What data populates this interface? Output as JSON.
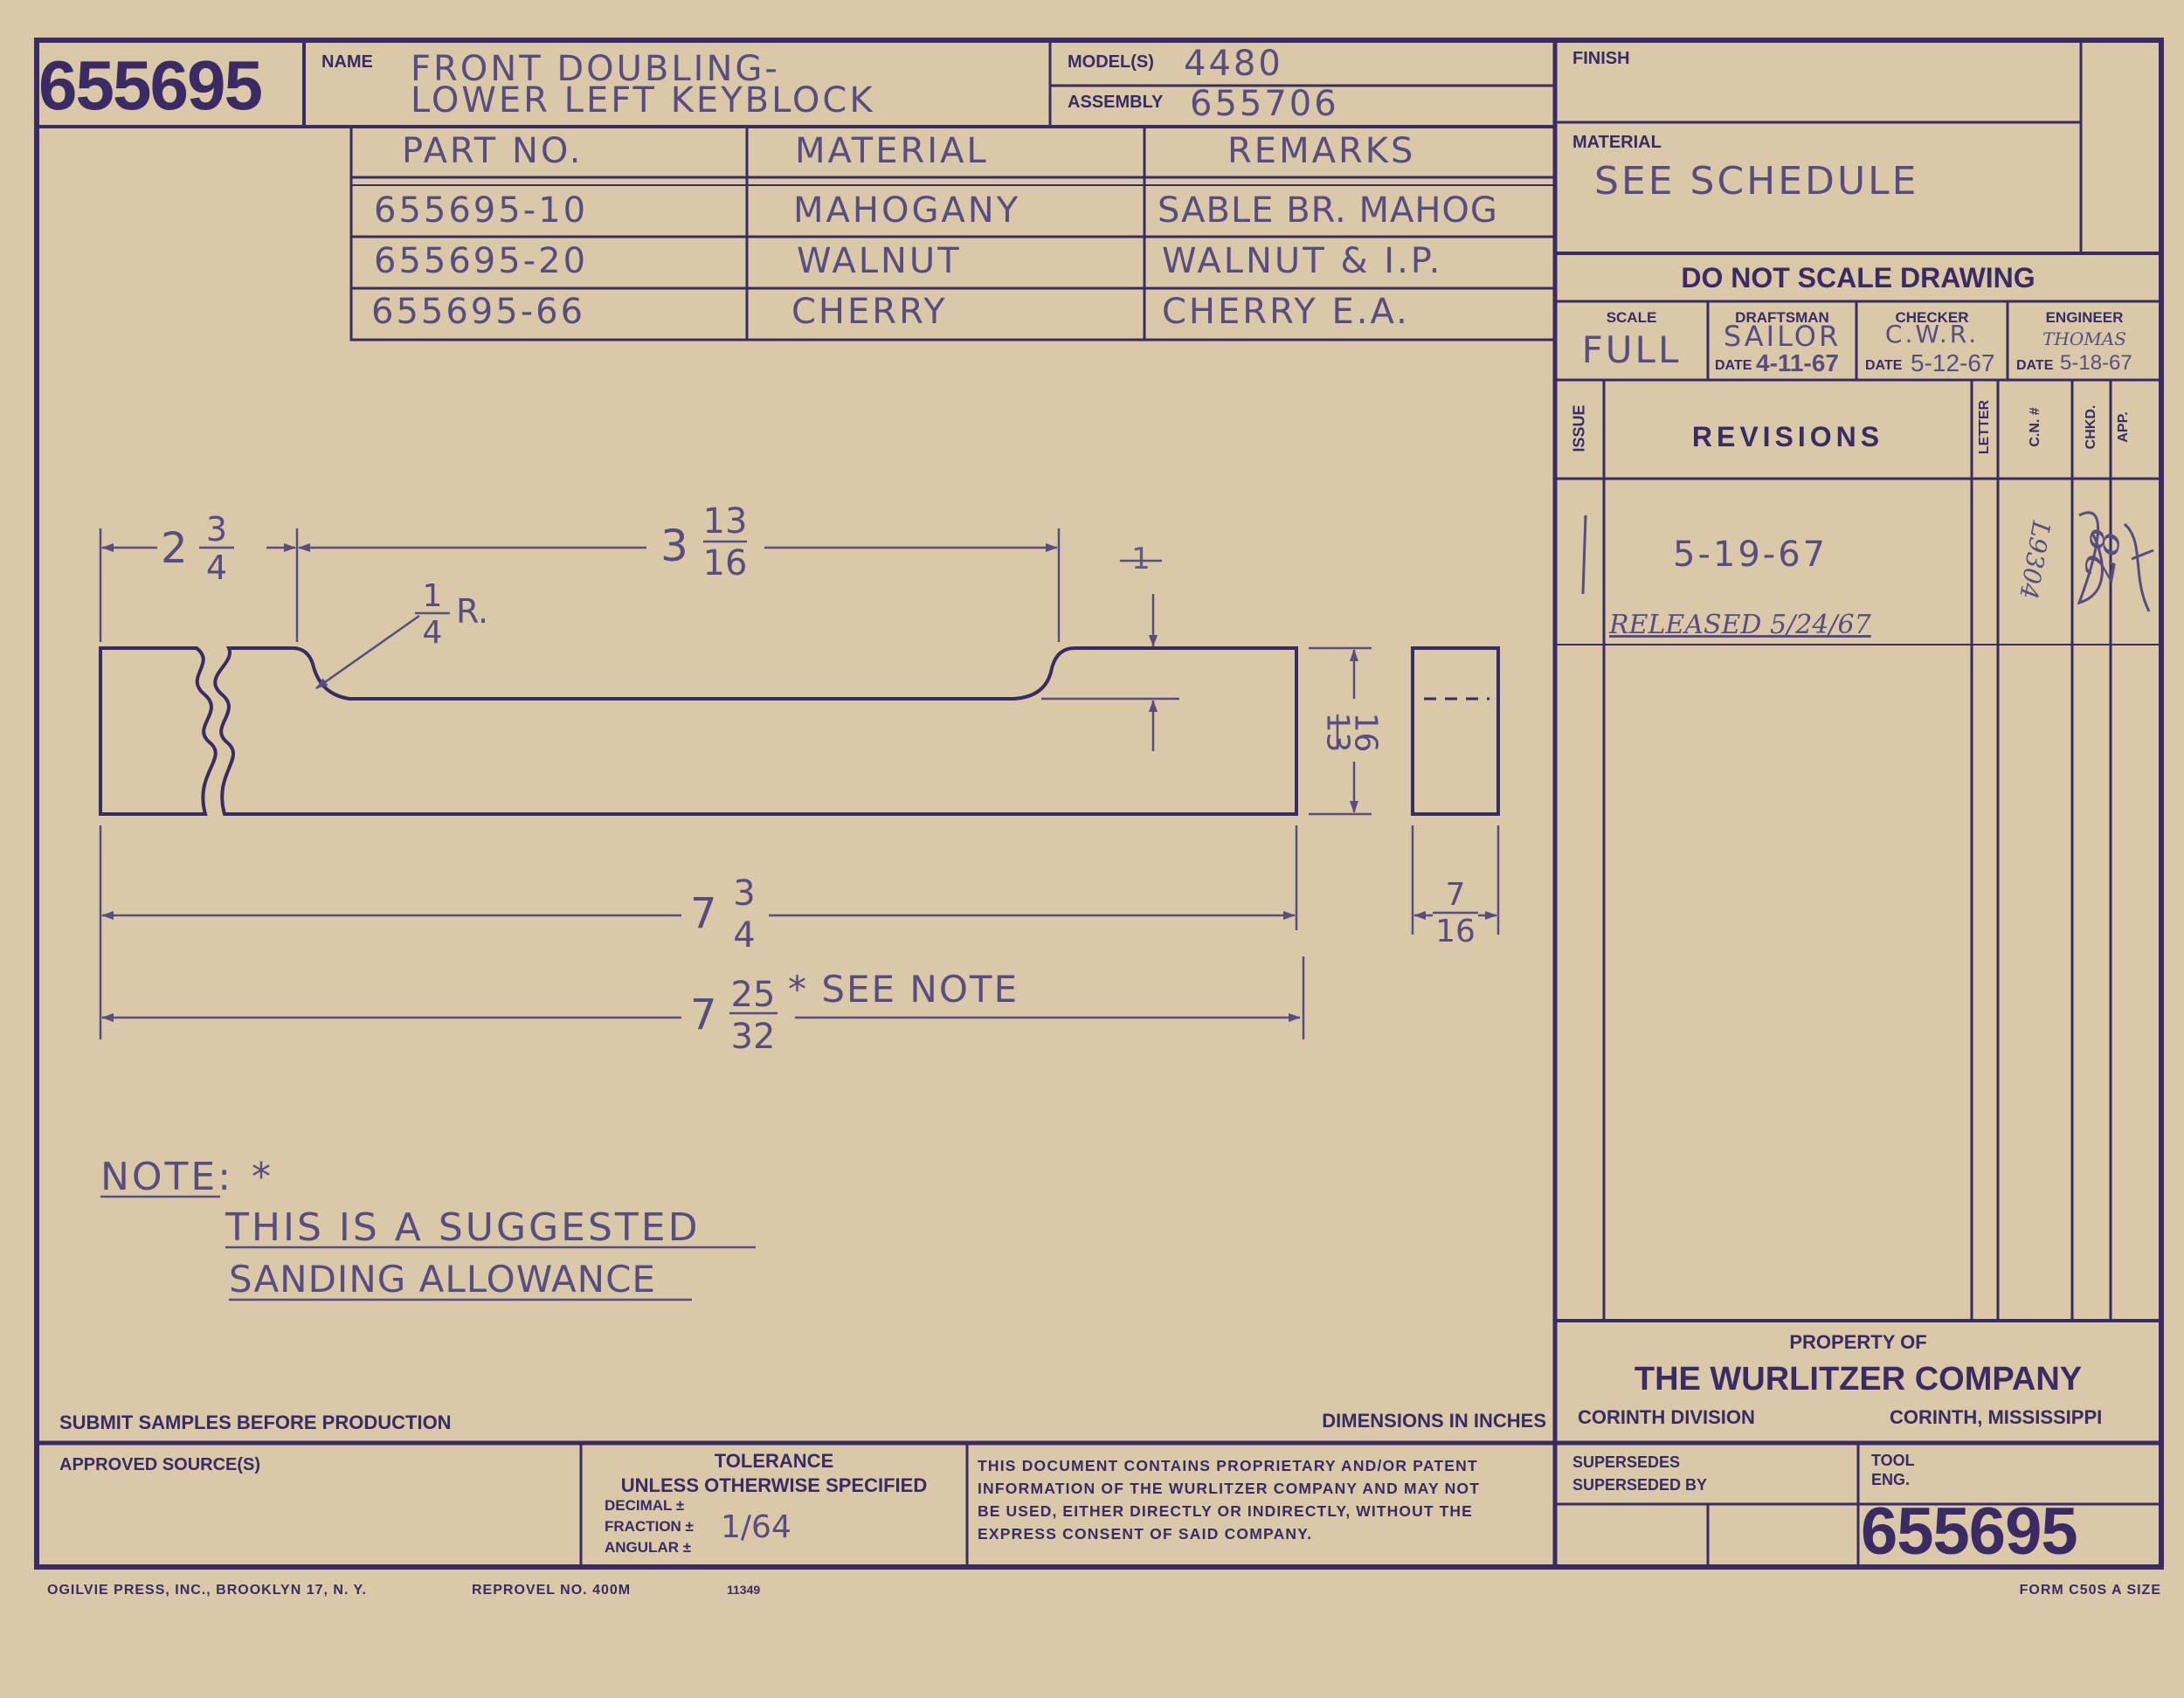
{
  "drawing_number": "655695",
  "title_block": {
    "name_label": "NAME",
    "name_line1": "FRONT DOUBLING-",
    "name_line2": "LOWER LEFT KEYBLOCK",
    "models_label": "MODEL(S)",
    "models_value": "4480",
    "assembly_label": "ASSEMBLY",
    "assembly_value": "655706",
    "finish_label": "FINISH",
    "material_label": "MATERIAL",
    "material_value": "SEE SCHEDULE",
    "do_not_scale": "DO NOT SCALE DRAWING",
    "scale_label": "SCALE",
    "scale_value": "FULL",
    "draftsman_label": "DRAFTSMAN",
    "draftsman_value": "SAILOR",
    "draftsman_date_label": "DATE",
    "draftsman_date": "4-11-67",
    "checker_label": "CHECKER",
    "checker_value": "C.W.R.",
    "checker_date_label": "DATE",
    "checker_date": "5-12-67",
    "engineer_label": "ENGINEER",
    "engineer_value": "THOMAS",
    "engineer_date_label": "DATE",
    "engineer_date": "5-18-67"
  },
  "schedule": {
    "headers": [
      "PART NO.",
      "MATERIAL",
      "REMARKS"
    ],
    "rows": [
      [
        "655695-10",
        "MAHOGANY",
        "SABLE BR. MAHOG"
      ],
      [
        "655695-20",
        "WALNUT",
        "WALNUT & I.P."
      ],
      [
        "655695-66",
        "CHERRY",
        "CHERRY E.A."
      ]
    ]
  },
  "revisions": {
    "issue_label": "ISSUE",
    "title": "REVISIONS",
    "letter_label": "LETTER",
    "cn_label": "C.N. #",
    "chkd_label": "CHKD.",
    "app_label": "APP.",
    "entry_issue": "1",
    "entry_date": "5-19-67",
    "entry_note": "RELEASED 5/24/67",
    "entry_cn": "L9304",
    "entry_cn2": "28"
  },
  "dimensions": {
    "left_whole": "2",
    "left_num": "3",
    "left_den": "4",
    "top_whole": "3",
    "top_num": "13",
    "top_den": "16",
    "depth_num": "1",
    "depth_den": "4",
    "radius_num": "1",
    "radius_den": "4",
    "radius_suffix": "R.",
    "height_num": "13",
    "height_den": "16",
    "width_num": "7",
    "width_den": "16",
    "len1_whole": "7",
    "len1_num": "3",
    "len1_den": "4",
    "len2_whole": "7",
    "len2_num": "25",
    "len2_den": "32",
    "len2_note": "* SEE NOTE"
  },
  "note": {
    "label": "NOTE:",
    "star": "*",
    "line1": "THIS IS A SUGGESTED",
    "line2": "SANDING ALLOWANCE"
  },
  "footer": {
    "submit_samples": "SUBMIT SAMPLES BEFORE PRODUCTION",
    "dimensions_in": "DIMENSIONS IN INCHES",
    "property_of": "PROPERTY OF",
    "company": "THE WURLITZER COMPANY",
    "division": "CORINTH DIVISION",
    "location": "CORINTH, MISSISSIPPI",
    "approved_sources": "APPROVED SOURCE(S)",
    "tolerance": "TOLERANCE",
    "unless": "UNLESS OTHERWISE SPECIFIED",
    "decimal": "DECIMAL ±",
    "fraction": "FRACTION ±",
    "angular": "ANGULAR ±",
    "fraction_value": "1/64",
    "legal_1": "THIS DOCUMENT CONTAINS PROPRIETARY AND/OR PATENT",
    "legal_2": "INFORMATION OF THE WURLITZER COMPANY AND MAY NOT",
    "legal_3": "BE USED, EITHER DIRECTLY OR INDIRECTLY, WITHOUT THE",
    "legal_4": "EXPRESS CONSENT OF SAID COMPANY.",
    "supersedes": "SUPERSEDES",
    "superseded_by": "SUPERSEDED BY",
    "tool": "TOOL",
    "eng": "ENG.",
    "printer": "OGILVIE PRESS, INC., BROOKLYN 17, N. Y.",
    "reprovel": "REPROVEL NO. 400M",
    "code": "11349",
    "form": "FORM C50S A SIZE"
  },
  "colors": {
    "paper": "#d9c9a9",
    "ink": "#3b2a63",
    "pencil": "#5a4b80"
  }
}
